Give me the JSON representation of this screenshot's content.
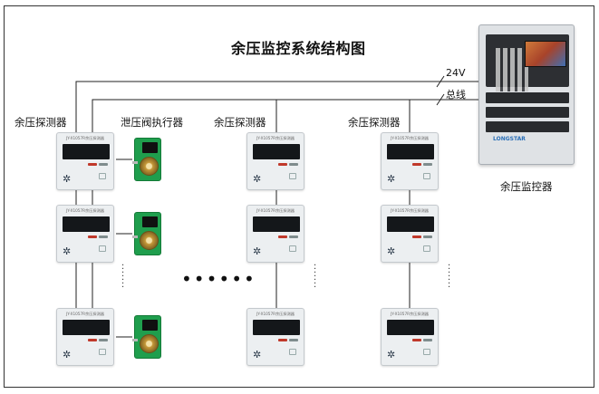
{
  "title": "余压监控系统结构图",
  "labels": {
    "detector_1": "余压探测器",
    "valve_actuator": "泄压阀执行器",
    "detector_2": "余压探测器",
    "detector_3": "余压探测器",
    "controller": "余压监控器"
  },
  "wire_labels": {
    "power": "24V",
    "bus": "总线"
  },
  "detector_caption": "JY-X1057R余压探测器",
  "controller_brand": "LONGSTAR",
  "ellipsis": "••••••",
  "colors": {
    "frame": "#333333",
    "wire": "#222222",
    "valve_pcb": "#1f9e4d",
    "detector_body": "#eceff1"
  },
  "icons": [
    "fan-logo-icon",
    "lcd-screen-icon"
  ]
}
